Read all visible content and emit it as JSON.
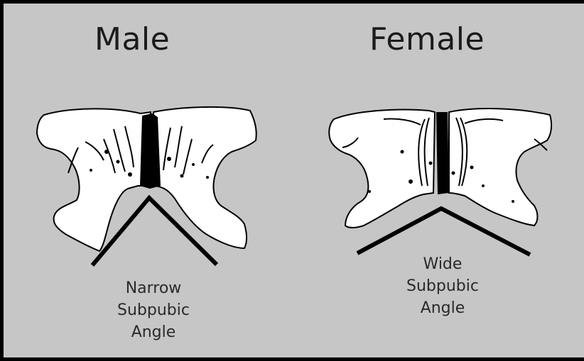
{
  "colors": {
    "background": "#c6c6c6",
    "bone": "#ffffff",
    "ink": "#000000"
  },
  "male": {
    "title": "Male",
    "caption": [
      "Narrow",
      "Subpubic",
      "Angle"
    ]
  },
  "female": {
    "title": "Female",
    "caption": [
      "Wide",
      "Subpubic",
      "Angle"
    ]
  }
}
